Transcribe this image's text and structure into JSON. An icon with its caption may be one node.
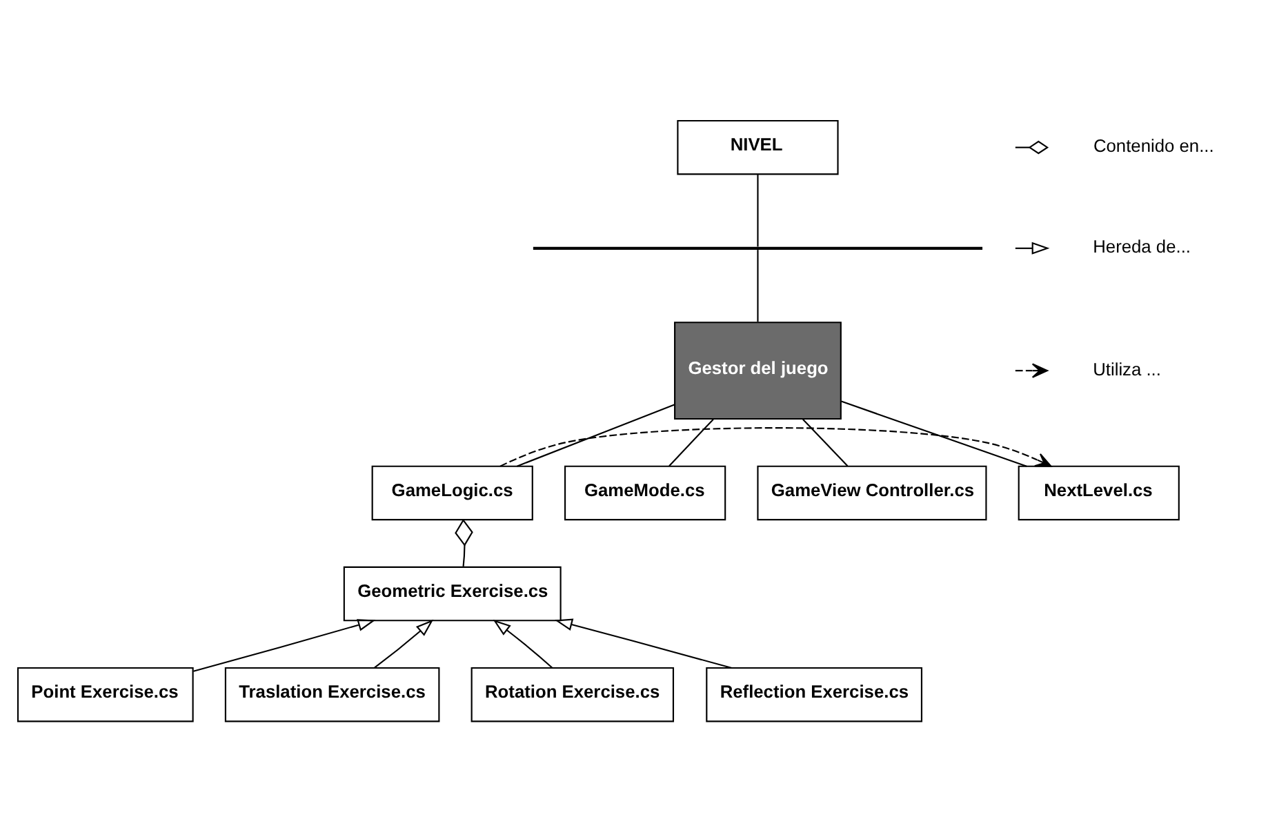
{
  "diagram": {
    "nodes": [
      {
        "text": [
          "NIVEL"
        ]
      },
      {
        "text": [],
        "shape": "bar"
      },
      {
        "text": [
          "Gestor del juego"
        ]
      },
      {
        "text": [
          "GameLogic.cs"
        ]
      },
      {
        "text": [
          "GameMode.cs"
        ]
      },
      {
        "text": [
          "GameView Controller.cs"
        ]
      },
      {
        "text": [
          "NextLevel.cs"
        ]
      },
      {
        "text": [
          "Geometric Exercise.cs"
        ]
      },
      {
        "text": [
          "Point Exercise.cs"
        ]
      },
      {
        "text": [
          "Traslation Exercise.cs"
        ]
      },
      {
        "text": [
          "Rotation Exercise.cs"
        ]
      },
      {
        "text": [
          "Reflection Exercise.cs"
        ]
      }
    ],
    "edges": [
      {
        "from": 0,
        "to": 1,
        "arrow": "none"
      },
      {
        "from": 1,
        "to": 2,
        "arrow": "none"
      },
      {
        "from": 2,
        "to": 3,
        "arrow": "none"
      },
      {
        "from": 2,
        "to": 4,
        "arrow": "none"
      },
      {
        "from": 2,
        "to": 5,
        "arrow": "none"
      },
      {
        "from": 2,
        "to": 6,
        "arrow": "none"
      },
      {
        "from": 7,
        "to": 3,
        "arrow": "other"
      },
      {
        "from": 3,
        "to": 6,
        "arrow": "to",
        "style": "dashed"
      },
      {
        "from": 8,
        "to": 7,
        "arrow": "to"
      },
      {
        "from": 9,
        "to": 7,
        "arrow": "to"
      },
      {
        "from": 10,
        "to": 7,
        "arrow": "to"
      },
      {
        "from": 11,
        "to": 7,
        "arrow": "to"
      }
    ],
    "legend": [
      {
        "text": "Contenido en..."
      },
      {
        "text": "Hereda de..."
      },
      {
        "text": "Utiliza ..."
      }
    ]
  }
}
